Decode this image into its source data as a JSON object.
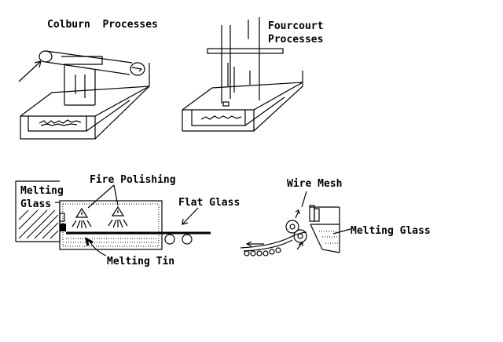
{
  "labels": {
    "colburn": "Colburn  Processes",
    "fourcourt_line1": "Fourcourt",
    "fourcourt_line2": "Processes",
    "melting_line1": "Melting",
    "melting_line2": "Glass",
    "fire_polishing": "Fire Polishing",
    "flat_glass": "Flat Glass",
    "melting_tin": "Melting Tin",
    "wire_mesh": "Wire Mesh",
    "melting_glass_right": "Melting Glass"
  },
  "colors": {
    "ink": "#000000",
    "paper": "#ffffff"
  }
}
